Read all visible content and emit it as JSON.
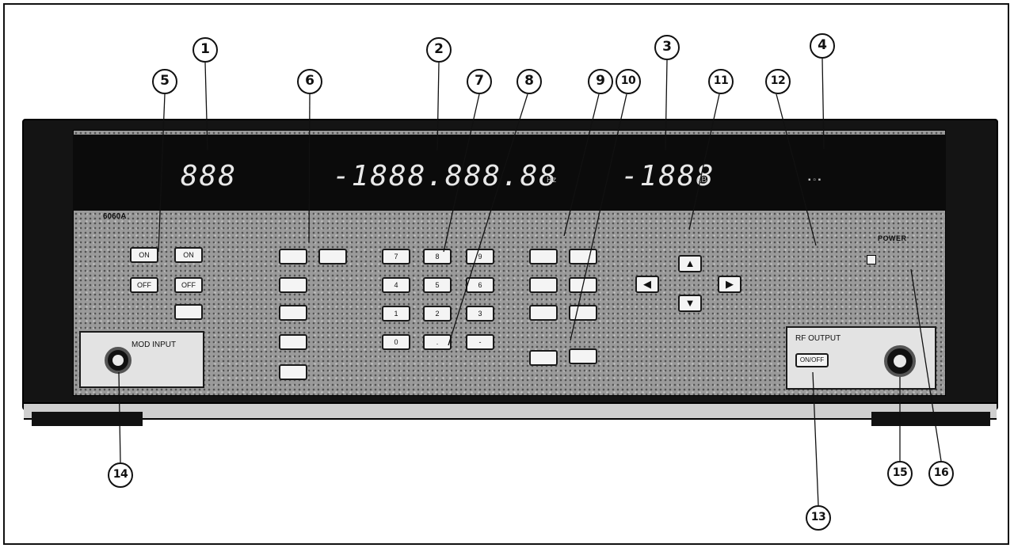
{
  "callouts": [
    "1",
    "2",
    "3",
    "4",
    "5",
    "6",
    "7",
    "8",
    "9",
    "10",
    "11",
    "12",
    "13",
    "14",
    "15",
    "16"
  ],
  "displays": {
    "left_readout": "888",
    "center_readout": "-1888.888.88",
    "right_readout": "-1888"
  },
  "panel_labels": {
    "rf_output": "RF OUTPUT",
    "on_off": "ON/OFF",
    "power": "POWER",
    "mod_input": "MOD INPUT",
    "model": "6060A"
  },
  "keypad": {
    "keys": [
      "7",
      "8",
      "9",
      "4",
      "5",
      "6",
      "1",
      "2",
      "3",
      "0",
      ".",
      "-"
    ]
  },
  "colors": {
    "cabinet": "#141414",
    "panel": "#9a9a9a",
    "key_face": "#f4f4f4"
  },
  "icons": [
    "arrow-up-icon",
    "arrow-down-icon",
    "arrow-left-icon",
    "arrow-right-icon",
    "bnc-connector-icon"
  ]
}
